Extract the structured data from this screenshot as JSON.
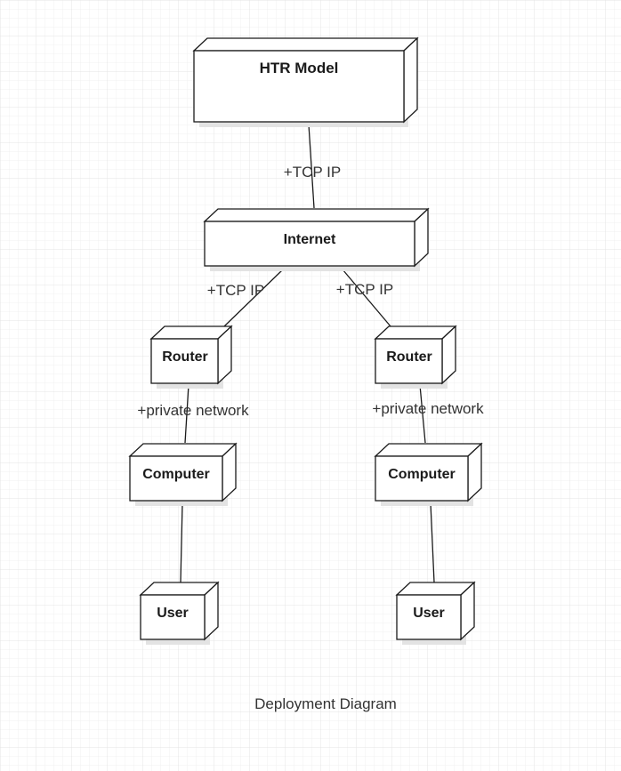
{
  "diagram": {
    "caption": "Deployment Diagram",
    "nodes": {
      "htr_model": "HTR Model",
      "internet": "Internet",
      "router_left": "Router",
      "router_right": "Router",
      "computer_left": "Computer",
      "computer_right": "Computer",
      "user_left": "User",
      "user_right": "User"
    },
    "edges": {
      "htr_internet": "+TCP IP",
      "internet_router_left": "+TCP IP",
      "internet_router_right": "+TCP IP",
      "router_computer_left": "+private network",
      "router_computer_right": "+private network"
    }
  },
  "colors": {
    "grid": "#ececec",
    "stroke": "#1a1a1a",
    "shadow": "#e0e0e0",
    "fill": "#ffffff"
  }
}
